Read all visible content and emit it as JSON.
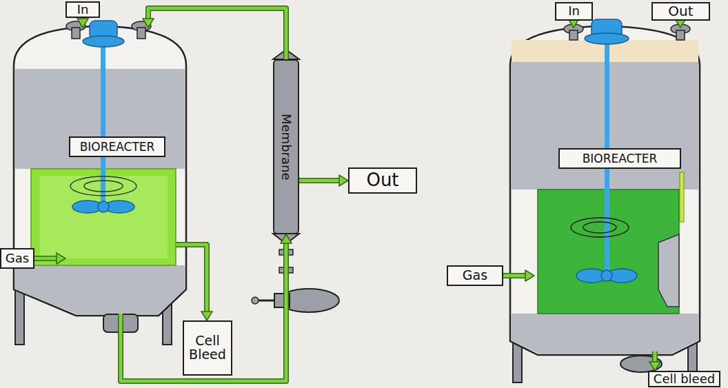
{
  "diagram": {
    "nodes": [
      {
        "text": [
          "In"
        ]
      },
      {
        "text": [
          "BIOREACTER"
        ]
      },
      {
        "text": [
          "Gas"
        ]
      },
      {
        "text": [
          "Membrane"
        ]
      },
      {
        "text": [
          "Out"
        ]
      },
      {
        "text": [
          "Cell Bleed"
        ]
      },
      {
        "text": [
          "In"
        ]
      },
      {
        "text": [
          "Out"
        ]
      },
      {
        "text": [
          "BIOREACTER"
        ]
      },
      {
        "text": [
          "Gas"
        ]
      },
      {
        "text": [
          "Cell bleed"
        ]
      }
    ],
    "edges": [
      {
        "from": 0,
        "to": 1,
        "arrow": "to"
      },
      {
        "from": 2,
        "to": 1,
        "arrow": "to"
      },
      {
        "from": 1,
        "to": 5,
        "arrow": "to"
      },
      {
        "from": 1,
        "to": 3,
        "arrow": "to"
      },
      {
        "from": 3,
        "to": 1,
        "arrow": "to"
      },
      {
        "from": 3,
        "to": 4,
        "arrow": "to"
      },
      {
        "from": 6,
        "to": 8,
        "arrow": "to"
      },
      {
        "from": 7,
        "to": 8,
        "arrow": "to"
      },
      {
        "from": 9,
        "to": 8,
        "arrow": "to"
      },
      {
        "from": 8,
        "to": 10,
        "arrow": "to"
      }
    ]
  }
}
